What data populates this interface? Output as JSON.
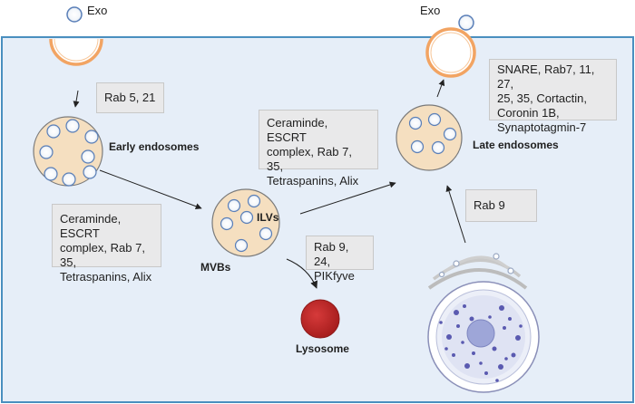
{
  "labels": {
    "exo_left": "Exo",
    "exo_right": "Exo",
    "early_endosomes": "Early endosomes",
    "ilvs": "ILVs",
    "mvbs": "MVBs",
    "lysosome": "Lysosome",
    "late_endosomes": "Late endosomes"
  },
  "boxes": {
    "rab_5_21": "Rab 5, 21",
    "ceramide_top": "Ceraminde, ESCRT\ncomplex, Rab 7, 35,\nTetraspanins, Alix",
    "ceramide_left": "Ceraminde, ESCRT\ncomplex, Rab 7, 35,\nTetraspanins, Alix",
    "rab_9_24": "Rab 9, 24,\nPIKfyve",
    "snare": "SNARE, Rab7, 11, 27,\n25, 35, Cortactin,\nCoronin 1B,\nSynaptotagmin-7",
    "rab_9": "Rab 9"
  },
  "colors": {
    "cell_fill": "#e6eef8",
    "cell_border": "#4a8fbf",
    "membrane": "#f2a463",
    "endosome_fill": "#f5dfc0",
    "endosome_stroke": "#777777",
    "vesicle_stroke": "#5a7fb8",
    "lysosome": "#c42a2a",
    "nucleus_dots": "#5a5ab0"
  }
}
